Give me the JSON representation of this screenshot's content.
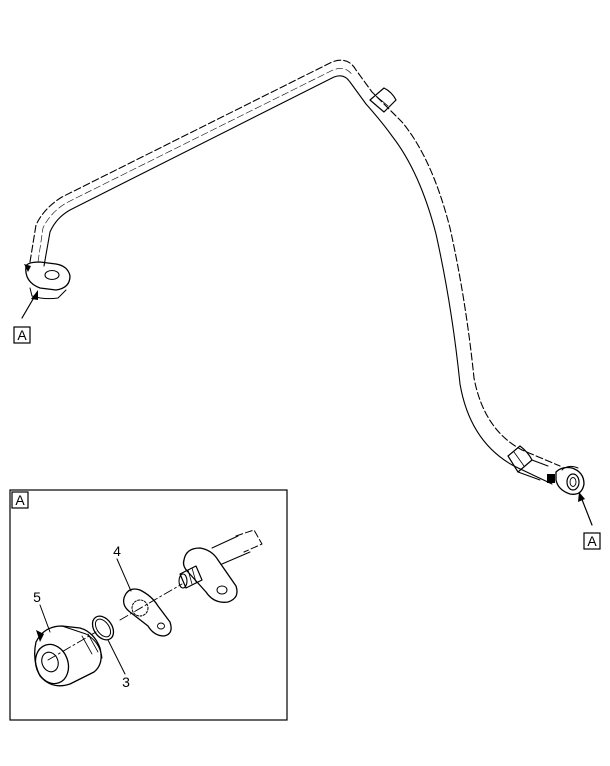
{
  "callouts": {
    "view_ref_left": "A",
    "view_ref_right": "A",
    "detail_title": "A"
  },
  "parts": [
    {
      "id": "part-4",
      "label": "4"
    },
    {
      "id": "part-5",
      "label": "5"
    },
    {
      "id": "part-3",
      "label": "3"
    }
  ]
}
